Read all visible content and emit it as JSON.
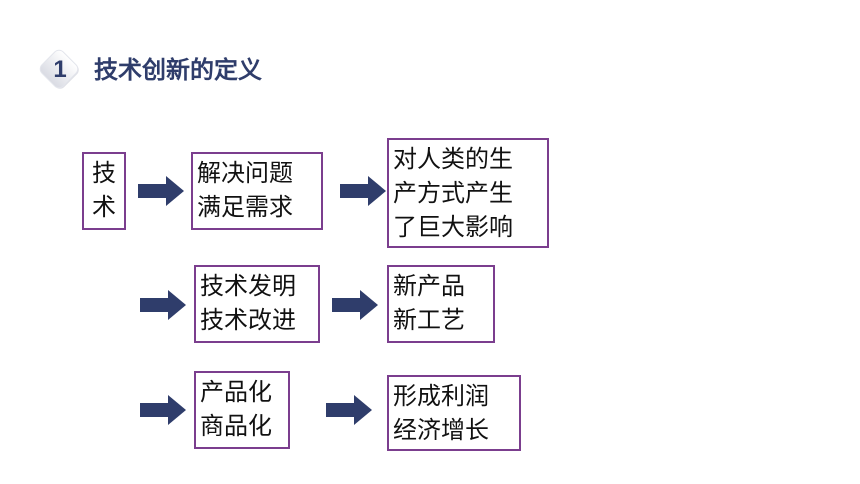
{
  "header": {
    "number": "1",
    "title": "技术创新的定义"
  },
  "icons": {
    "arrow": "right-arrow-icon"
  },
  "colors": {
    "accent": "#2f3d6b",
    "box_border": "#7b3e8e",
    "arrow": "#2f3d6b"
  },
  "rows": [
    {
      "source": [
        "技",
        "术"
      ],
      "middle": [
        "解决问题",
        "满足需求"
      ],
      "result": [
        "对人类的生",
        "产方式产生",
        "了巨大影响"
      ]
    },
    {
      "middle": [
        "技术发明",
        "技术改进"
      ],
      "result": [
        "新产品",
        "新工艺"
      ]
    },
    {
      "middle": [
        "产品化",
        "商品化"
      ],
      "result": [
        "形成利润",
        "经济增长"
      ]
    }
  ]
}
